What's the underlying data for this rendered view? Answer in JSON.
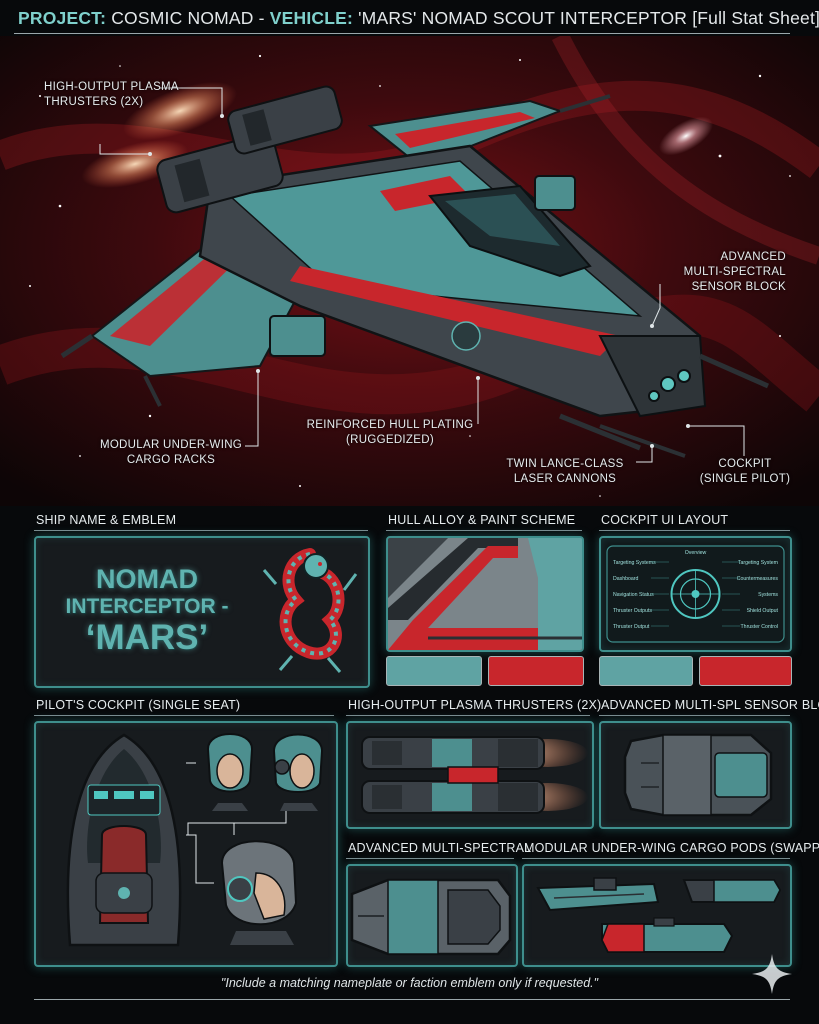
{
  "header": {
    "project_label": "PROJECT:",
    "project_name": "COSMIC NOMAD -",
    "vehicle_label": "VEHICLE:",
    "vehicle_name": "'MARS' NOMAD SCOUT INTERCEPTOR [Full Stat Sheet]"
  },
  "callouts": {
    "thrusters": "HIGH-OUTPUT PLASMA\nTHRUSTERS (2X)",
    "sensor": "ADVANCED\nMULTI-SPECTRAL\nSENSOR BLOCK",
    "hull": "REINFORCED HULL PLATING\n(RUGGEDIZED)",
    "cargo": "MODULAR UNDER-WING\nCARGO RACKS",
    "cannons": "TWIN LANCE-CLASS\nLASER CANNONS",
    "cockpit": "COCKPIT\n(SINGLE PILOT)"
  },
  "panels": {
    "ship_name": {
      "title": "SHIP NAME & EMBLEM",
      "line1": "NOMAD",
      "line2": "INTERCEPTOR -",
      "line3": "‘MARS’"
    },
    "hull_alloy": {
      "title": "HULL ALLOY & PAINT SCHEME"
    },
    "cockpit_ui": {
      "title": "COCKPIT UI LAYOUT",
      "left_labels": [
        "Targeting Systems",
        "Dashboard",
        "Navigation Status",
        "Thruster Outputs",
        "Thruster Output"
      ],
      "right_labels": [
        "Targeting System",
        "Countermeasures",
        "Systems",
        "Shield Output",
        "Thruster Control"
      ],
      "top_label": "Overview"
    },
    "pilot": {
      "title": "PILOT'S COCKPIT (SINGLE SEAT)"
    },
    "thrusters": {
      "title": "HIGH-OUTPUT PLASMA THRUSTERS (2X)"
    },
    "sensor_block": {
      "title": "ADVANCED MULTI-SPL SENSOR BLOCK"
    },
    "multispectral": {
      "title": "ADVANCED MULTI-SPECTRAL"
    },
    "cargo_pods": {
      "title": "MODULAR UNDER-WING CARGO PODS (SWAPPABLE)"
    }
  },
  "colors": {
    "teal": "#5fa3a3",
    "red": "#c8262c",
    "dark_gray": "#3a3f44",
    "panel_border": "#3e8e8c"
  },
  "footer": {
    "note": "\"Include a matching nameplate or faction emblem only if requested.\""
  },
  "icons": {
    "corner": "sparkle-icon"
  }
}
